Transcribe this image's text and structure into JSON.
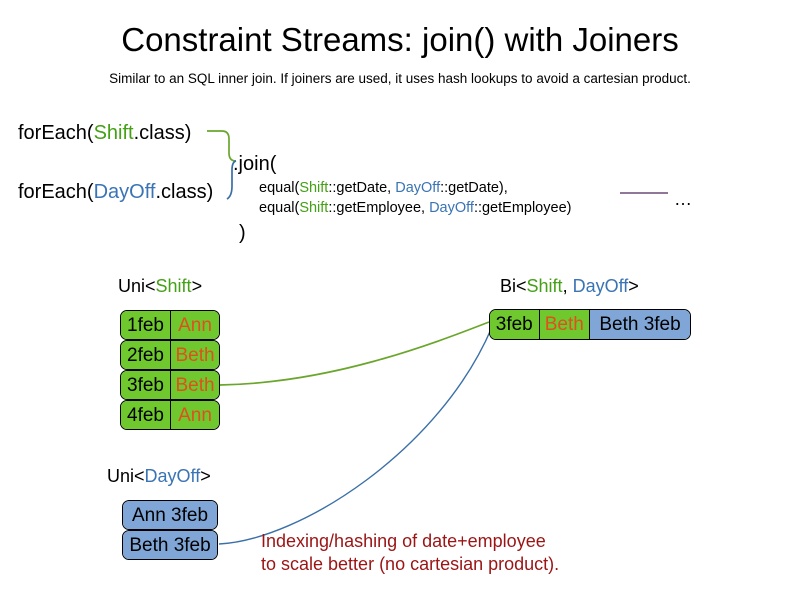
{
  "slide": {
    "title": "Constraint Streams: join() with Joiners",
    "subtitle": "Similar to an SQL inner join. If joiners are used, it uses hash lookups to avoid a cartesian product."
  },
  "code": {
    "foreach_shift": {
      "prefix": "forEach(",
      "type": "Shift",
      "suffix": ".class)"
    },
    "foreach_dayoff": {
      "prefix": "forEach(",
      "type": "DayOff",
      "suffix": ".class)"
    },
    "join_open": ".join(",
    "join_close": ")",
    "equal_date": {
      "prefix": "equal(",
      "left_type": "Shift",
      "left_method": "::getDate, ",
      "right_type": "DayOff",
      "right_method": "::getDate),"
    },
    "equal_employee": {
      "prefix": "equal(",
      "left_type": "Shift",
      "left_method": "::getEmployee, ",
      "right_type": "DayOff",
      "right_method": "::getEmployee)"
    },
    "ellipsis": "…"
  },
  "groups": {
    "uni_shift": {
      "caption_prefix": "Uni<",
      "caption_type": "Shift",
      "caption_suffix": ">",
      "rows": [
        {
          "date": "1feb",
          "employee": "Ann"
        },
        {
          "date": "2feb",
          "employee": "Beth"
        },
        {
          "date": "3feb",
          "employee": "Beth"
        },
        {
          "date": "4feb",
          "employee": "Ann"
        }
      ]
    },
    "uni_dayoff": {
      "caption_prefix": "Uni<",
      "caption_type": "DayOff",
      "caption_suffix": ">",
      "rows": [
        {
          "label": "Ann 3feb"
        },
        {
          "label": "Beth 3feb"
        }
      ]
    },
    "bi": {
      "caption_prefix": "Bi<",
      "caption_type_left": "Shift",
      "caption_separator": ", ",
      "caption_type_right": "DayOff",
      "caption_suffix": ">",
      "row": {
        "date": "3feb",
        "employee": "Beth",
        "dayoff": "Beth 3feb"
      }
    }
  },
  "annotation": "Indexing/hashing of date+employee\nto scale better (no cartesian product).",
  "colors": {
    "shift_green": "#44a015",
    "dayoff_blue": "#3a74b5",
    "box_green": "#6ec82e",
    "box_blue": "#7fa6d6",
    "employee_orange": "#e0501e",
    "annotation_red": "#9c1414",
    "connector_green": "#6aa62c",
    "connector_blue": "#3a6fa8",
    "divider_purple": "#6b4a78"
  }
}
